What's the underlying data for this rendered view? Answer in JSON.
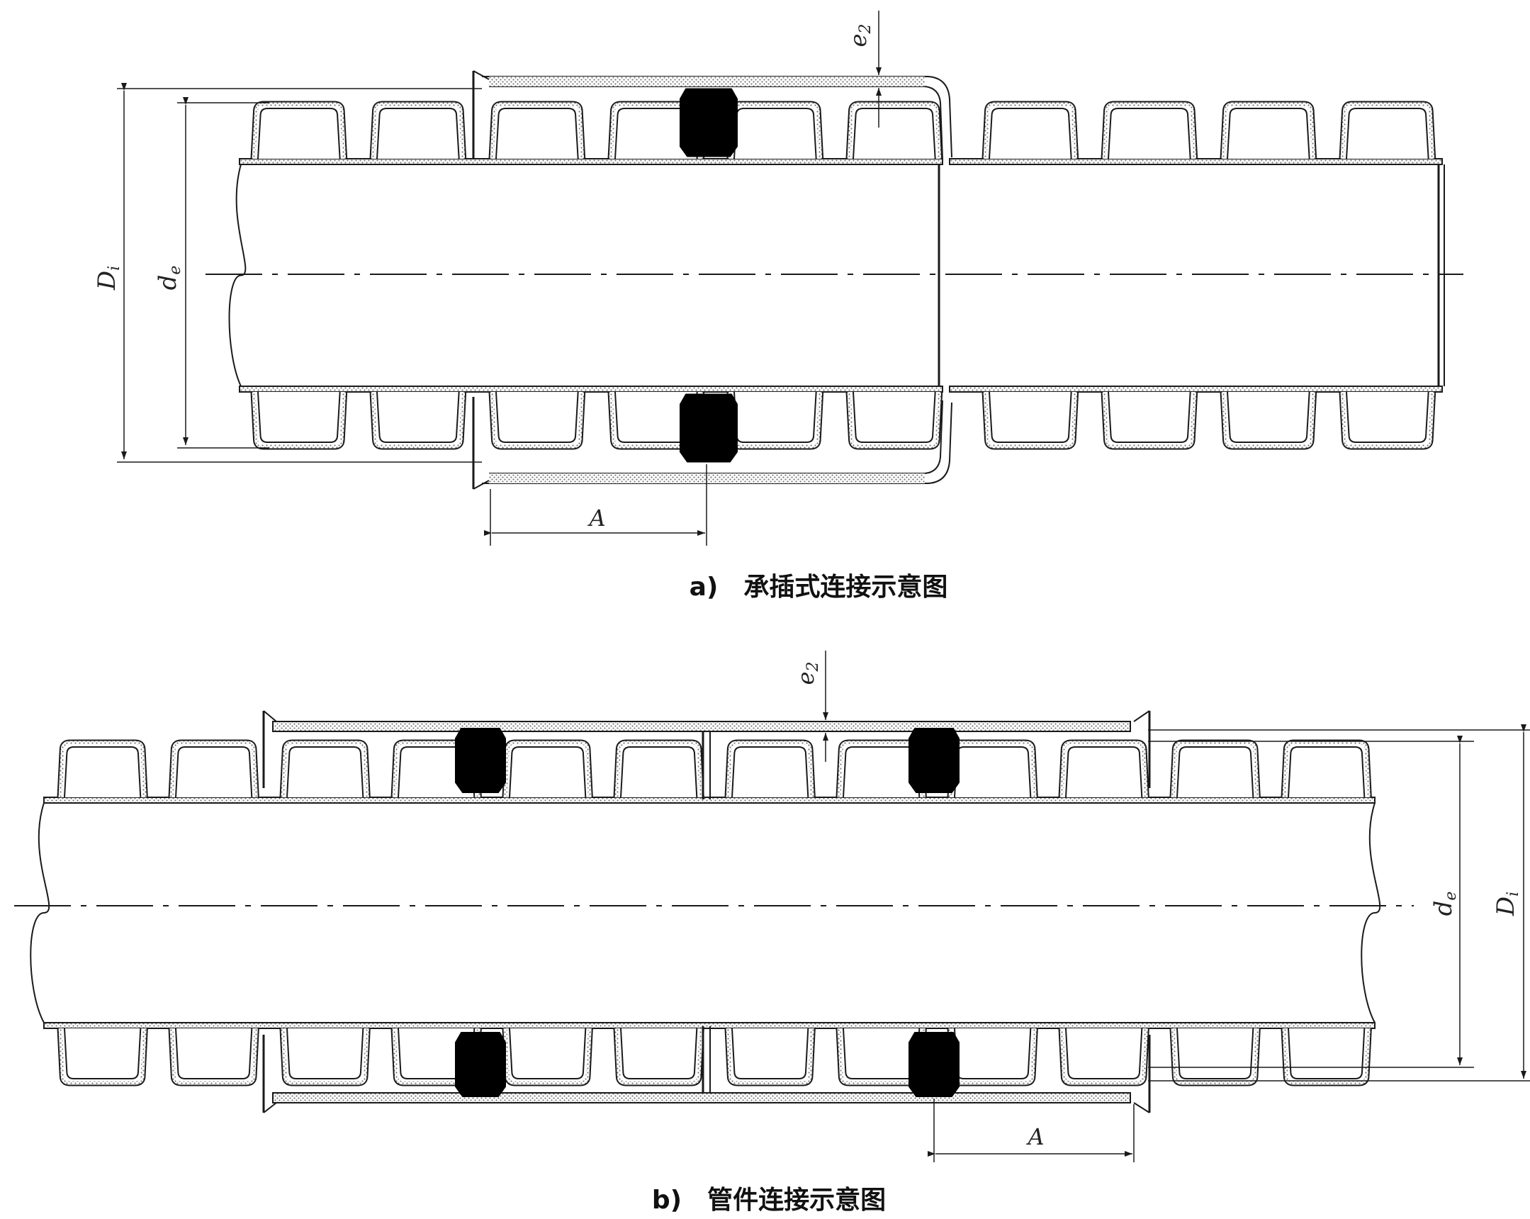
{
  "diagram_a": {
    "caption_prefix": "a)",
    "caption_text": "承插式连接示意图",
    "label_outer_diameter": "Di",
    "label_outer_diameter_sub": "i",
    "label_outer_diameter_main": "D",
    "label_pipe_od_main": "d",
    "label_pipe_od_sub": "e",
    "label_wall_main": "e",
    "label_wall_sub": "2",
    "label_insertion": "A"
  },
  "diagram_b": {
    "caption_prefix": "b)",
    "caption_text": "管件连接示意图",
    "label_outer_diameter_main": "D",
    "label_outer_diameter_sub": "i",
    "label_pipe_od_main": "d",
    "label_pipe_od_sub": "e",
    "label_wall_main": "e",
    "label_wall_sub": "2",
    "label_insertion": "A"
  },
  "colors": {
    "line": "#1a1a1a",
    "seal": "#000000",
    "hatch": "#9a9a9a"
  }
}
